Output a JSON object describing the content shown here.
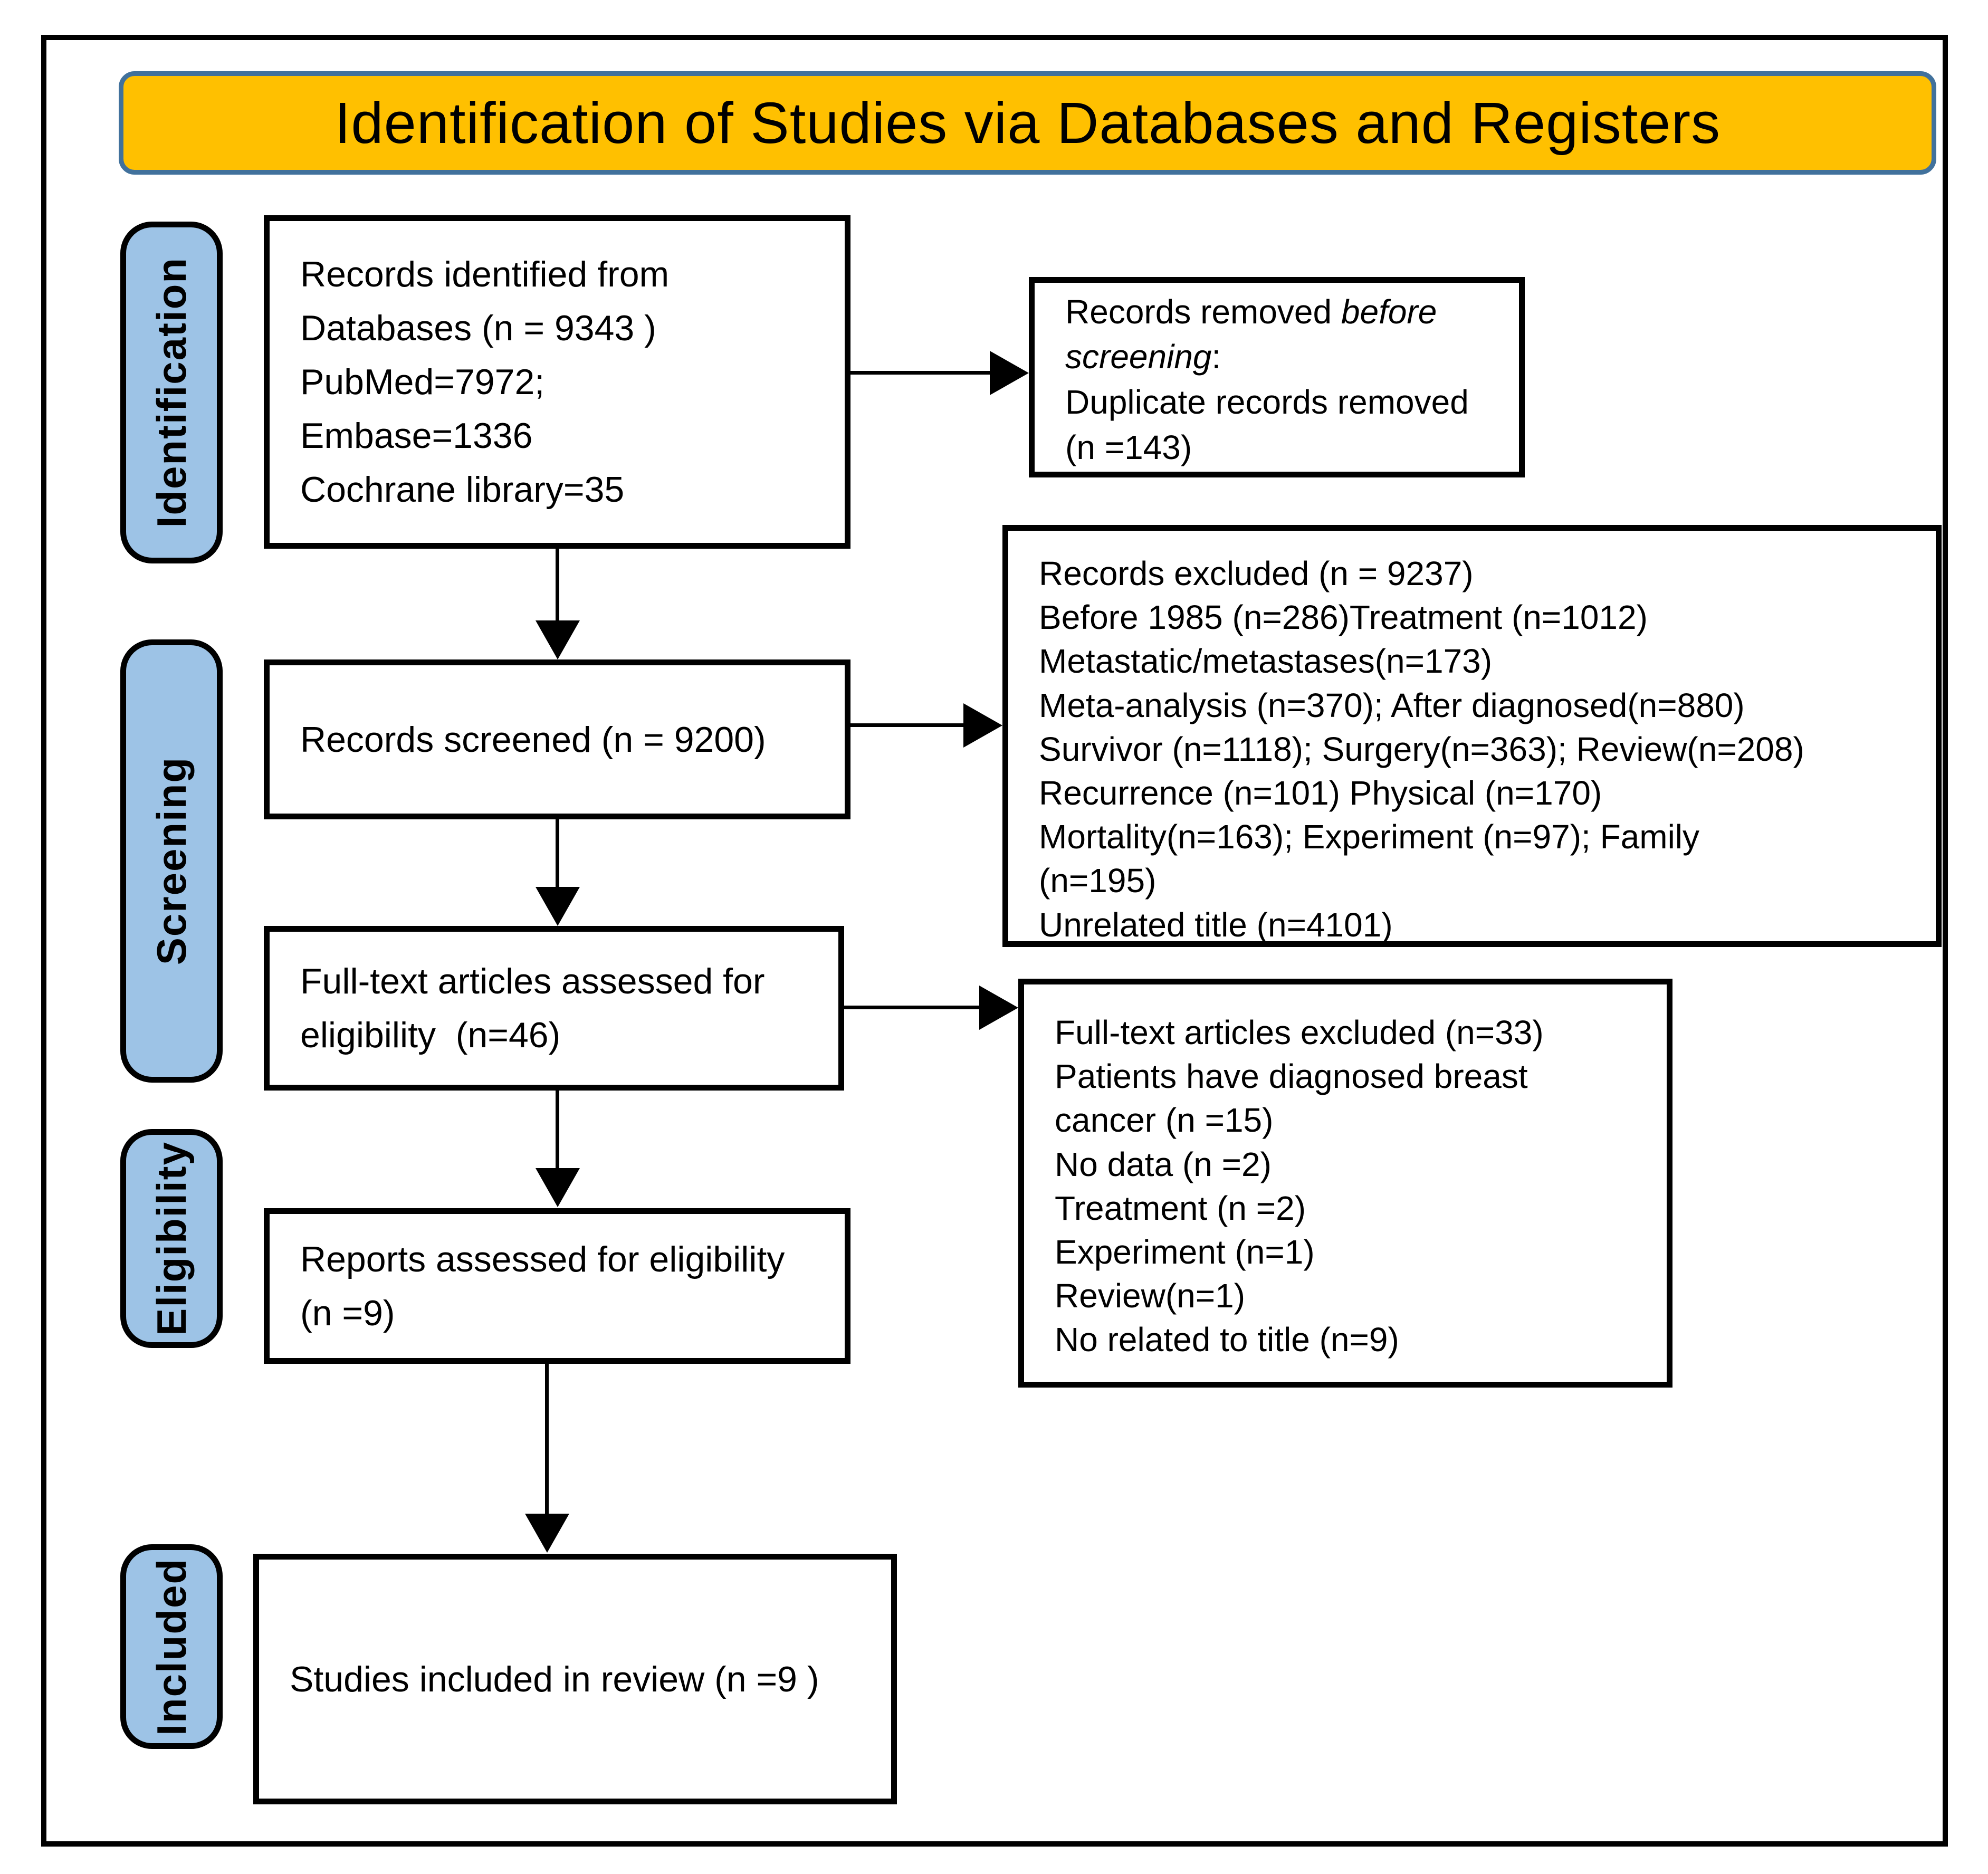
{
  "title": "Identification of Studies via Databases and Registers",
  "colors": {
    "banner_fill": "#FFC000",
    "banner_border": "#41719C",
    "stage_fill": "#9DC3E6",
    "stage_border": "#000000"
  },
  "stages": {
    "identification": "Identification",
    "screening": "Screening",
    "eligibility": "Eligibility",
    "included": "Included"
  },
  "boxes": {
    "records_identified": {
      "lines": [
        "Records identified from",
        "Databases (n = 9343 )",
        "PubMed=7972;",
        "Embase=1336",
        "Cochrane library=35"
      ]
    },
    "records_removed": {
      "line1_text": "Records removed ",
      "line1_italic": "before",
      "line2_italic": "screening",
      "line2_text": ":",
      "line3": "Duplicate records removed",
      "line4": "(n =143)"
    },
    "records_screened": {
      "lines": [
        "Records screened (n = 9200)"
      ]
    },
    "records_excluded": {
      "lines": [
        "Records excluded (n = 9237)",
        "Before 1985 (n=286)Treatment (n=1012)",
        "Metastatic/metastases(n=173)",
        "Meta-analysis (n=370); After diagnosed(n=880)",
        "Survivor (n=1118); Surgery(n=363); Review(n=208)",
        "Recurrence (n=101) Physical (n=170)",
        "Mortality(n=163); Experiment (n=97); Family",
        "(n=195)",
        "Unrelated title (n=4101)"
      ]
    },
    "fulltext_assessed": {
      "lines": [
        "Full-text articles assessed for",
        "eligibility  (n=46)"
      ]
    },
    "fulltext_excluded": {
      "lines": [
        "Full-text articles excluded (n=33)",
        "Patients have diagnosed breast",
        "cancer (n =15)",
        "No data (n =2)",
        "Treatment (n =2)",
        "Experiment (n=1)",
        "Review(n=1)",
        "No related to title (n=9)"
      ]
    },
    "reports_assessed": {
      "lines": [
        "Reports assessed for eligibility",
        "(n =9)"
      ]
    },
    "studies_included": {
      "lines": [
        "Studies included in review (n =9 )"
      ]
    }
  }
}
